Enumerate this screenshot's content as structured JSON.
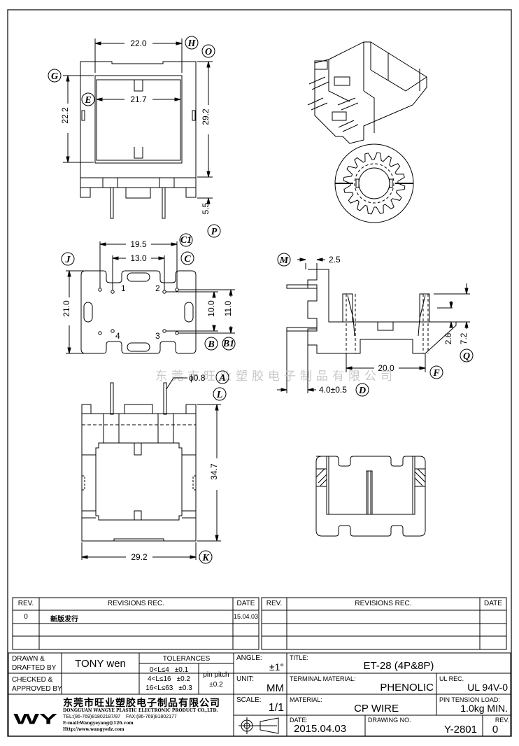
{
  "drawing": {
    "dimensions": {
      "top_width": "22.0",
      "inner_width": "21.7",
      "inner_height": "22.2",
      "outer_height": "29.2",
      "pin_length": "5.5",
      "pin_span_outer": "19.5",
      "pin_span_inner": "13.0",
      "body_depth": "21.0",
      "pin_row_inner": "10.0",
      "pin_row_outer": "11.0",
      "pin_diameter": "ϕ0.8",
      "side_thickness": "2.5",
      "slot_span": "20.0",
      "pin_offset": "4.0±0.5",
      "step_height": "2.6",
      "wall_height": "7.2",
      "front_height": "34.7",
      "front_width": "29.2"
    },
    "callouts": [
      "A",
      "B",
      "B1",
      "C",
      "C1",
      "D",
      "E",
      "F",
      "G",
      "H",
      "J",
      "K",
      "L",
      "M",
      "O",
      "P",
      "Q"
    ],
    "pin_numbers": [
      "1",
      "2",
      "3",
      "4"
    ],
    "watermark": "东莞市旺业塑胶电子制品有限公司"
  },
  "revisions": {
    "headers": {
      "rev": "REV.",
      "rec": "REVISIONS   REC.",
      "date": "DATE"
    },
    "left_rows": [
      {
        "rev": "0",
        "rec": "新版发行",
        "date": "15.04.03"
      },
      {
        "rev": "",
        "rec": "",
        "date": ""
      },
      {
        "rev": "",
        "rec": "",
        "date": ""
      }
    ],
    "right_rows": [
      {
        "rev": "",
        "rec": "",
        "date": ""
      },
      {
        "rev": "",
        "rec": "",
        "date": ""
      },
      {
        "rev": "",
        "rec": "",
        "date": ""
      }
    ]
  },
  "title_block": {
    "drawn_label_1": "DRAWN &",
    "drawn_label_2": "DRAFTED BY",
    "drawn_by": "TONY  wen",
    "checked_label_1": "CHECKED &",
    "checked_label_2": "APPROVED BY",
    "checked_by": "",
    "tolerances_label": "TOLERANCES",
    "tolerances": [
      {
        "range": "0<L≤4",
        "tol": "±0.1"
      },
      {
        "range": "4<L≤16",
        "tol": "±0.2"
      },
      {
        "range": "16<L≤63",
        "tol": "±0.3"
      }
    ],
    "pin_pitch_label": "pin pitch",
    "pin_pitch_tol": "±0.2",
    "angle_label": "ANGLE:",
    "angle_value": "±1°",
    "unit_label": "UNIT:",
    "unit_value": "MM",
    "scale_label": "SCALE:",
    "scale_value": "1/1",
    "title_label": "TITLE:",
    "title_value": "ET-28  (4P&8P)",
    "terminal_material_label": "TERMINAL MATERIAL:",
    "terminal_material_value": "PHENOLIC",
    "ul_label": "UL REC.",
    "ul_value": "UL  94V-0",
    "material_label": "MATERIAL:",
    "material_value": "CP  WIRE",
    "pin_tension_label": "PIN TENSION LOAD:",
    "pin_tension_value": "1.0kg  MIN.",
    "date_label": "DATE:",
    "date_value": "2015.04.03",
    "drawing_no_label": "DRAWING NO.",
    "drawing_no_value": "Y-2801",
    "rev_label": "REV.",
    "rev_value": "0"
  },
  "company": {
    "logo": "WY",
    "name_cn": "东莞市旺业塑胶电子制品有限公司",
    "name_en": "DONGGUAN WANGYE PLASTIC ELECTRONIC PRODUCT CO.,LTD.",
    "tel": "TEL:(86-769)81802187/97",
    "fax": "FAX:(86-769)81802177",
    "email": "E-mail:Wangyeyang@126.com",
    "web": "Http://www.wangyedz.com"
  }
}
